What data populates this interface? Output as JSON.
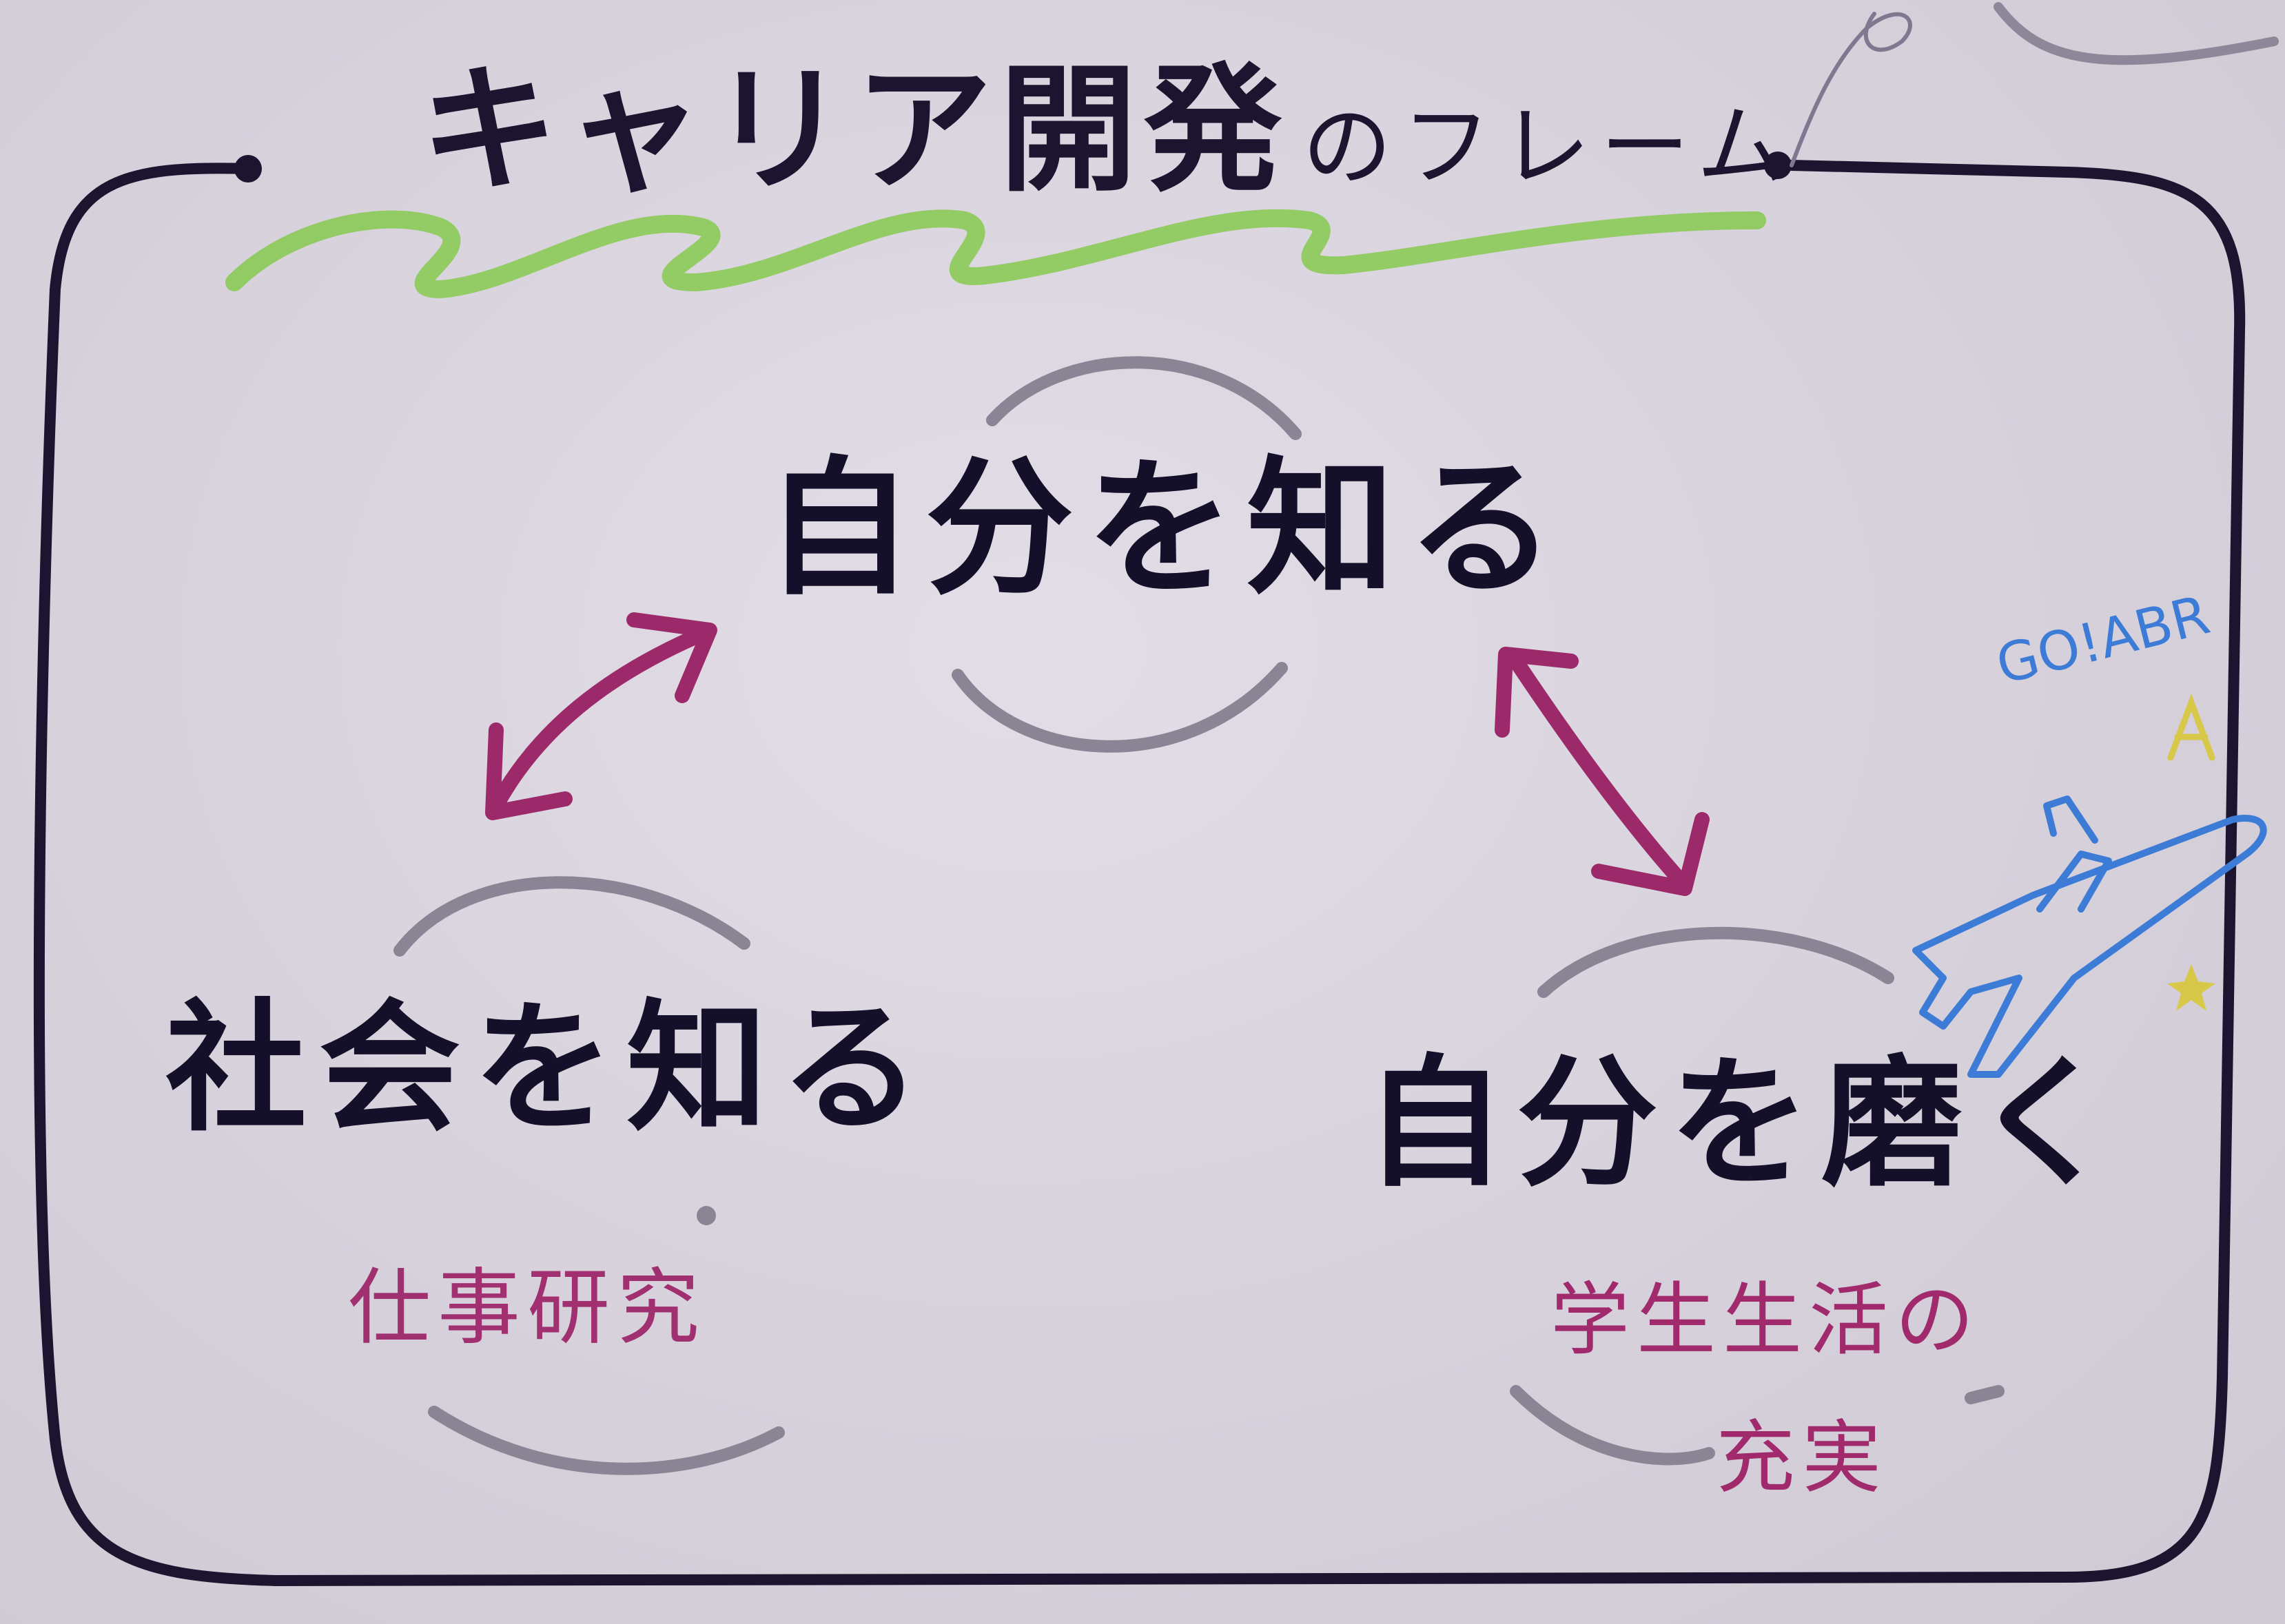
{
  "title": {
    "main": "キャリア開発",
    "suffix": "のフレーム"
  },
  "nodes": {
    "self_know": "自分を知る",
    "society_know": "社会を知る",
    "self_polish": "自分を磨く"
  },
  "subnotes": {
    "job_research": "仕事研究",
    "school_life_1": "学生生活の",
    "school_life_2": "充実"
  },
  "doodle": {
    "text": "GO!ABR"
  },
  "colors": {
    "frame": "#1c1530",
    "arrows": "#9c2a6b",
    "arcs": "#8a8494",
    "title_underline": "#86c94f",
    "doodle": "#3d7cd6"
  }
}
